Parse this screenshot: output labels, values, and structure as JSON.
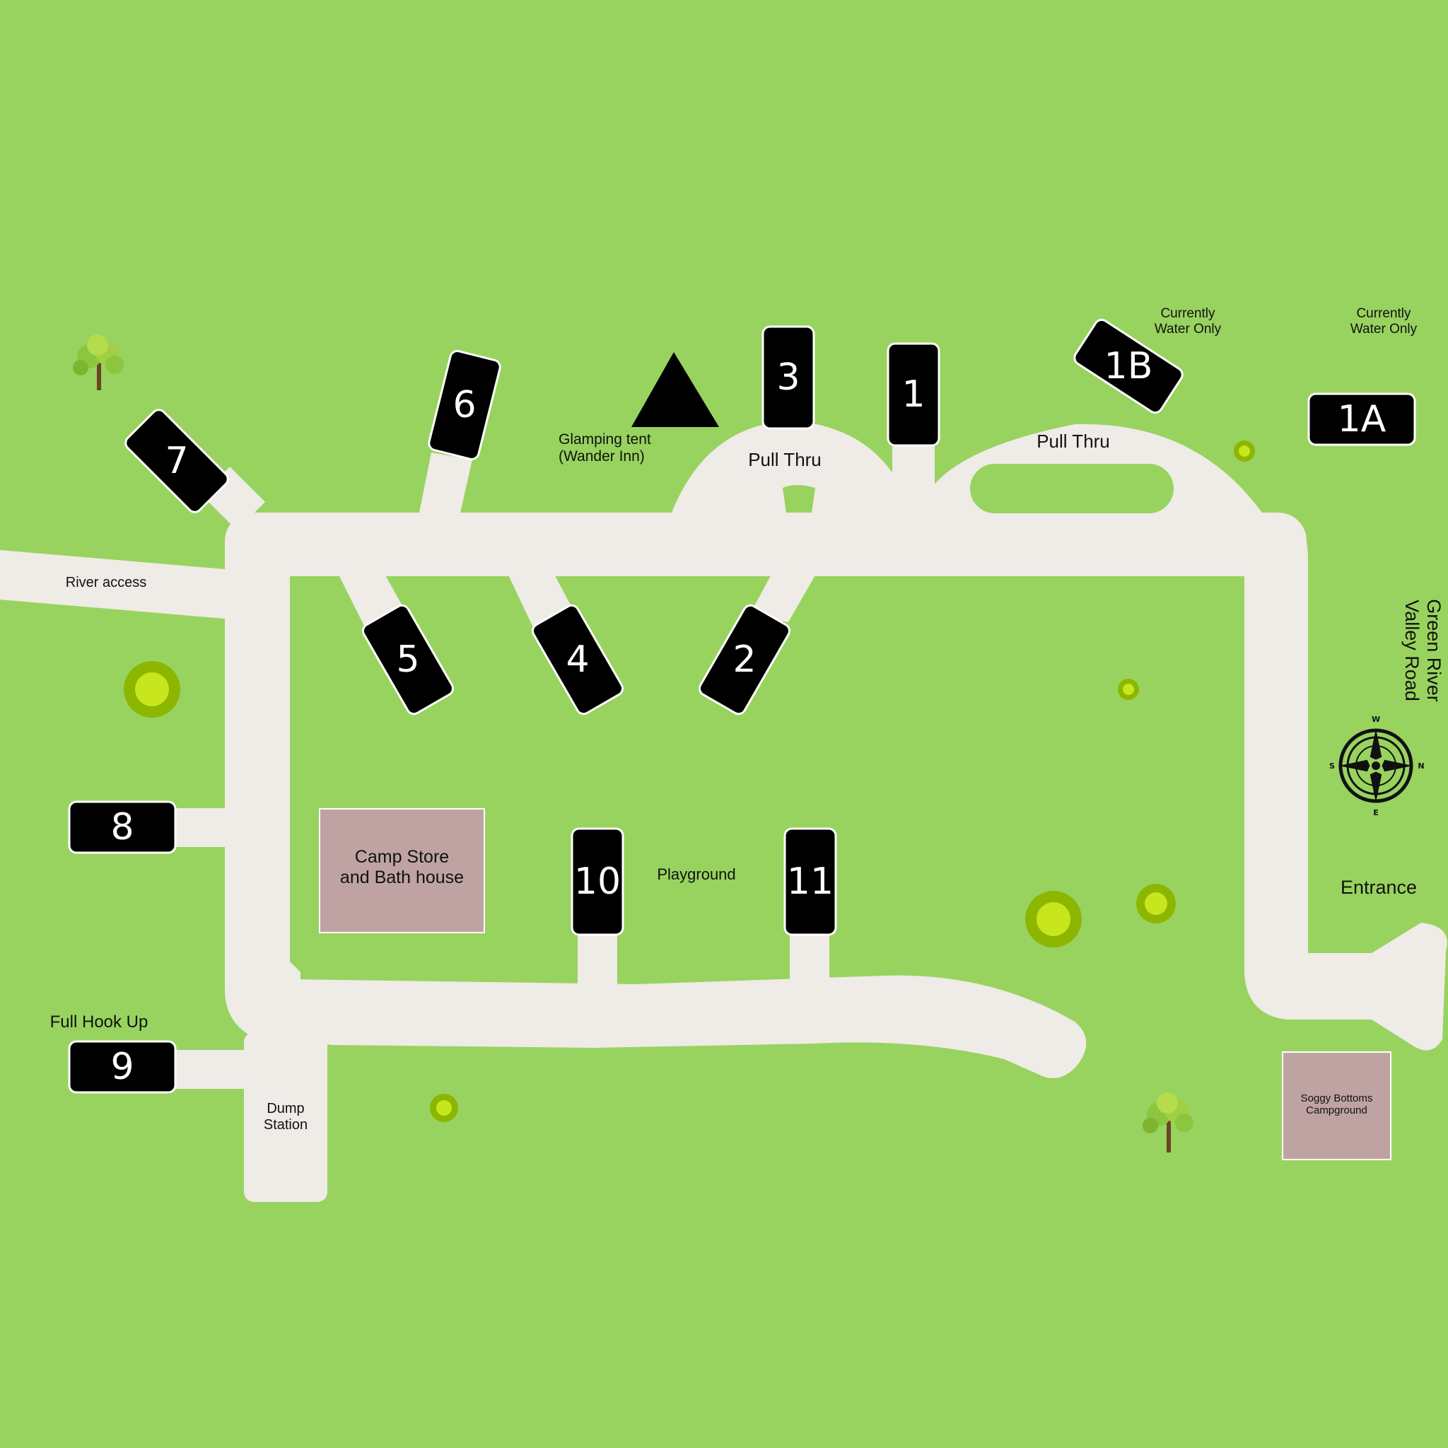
{
  "map": {
    "colors": {
      "grass": "#98d35f",
      "road": "#efebe7",
      "site": "#000000",
      "site_outline": "#ffffff",
      "building": "#bfa3a3",
      "tree_foliage": "#8cc63f",
      "tree_trunk": "#6b4423",
      "bush_outer": "#8db600",
      "bush_inner": "#c8e61e",
      "compass": "#111111"
    },
    "roads": {
      "river_access": "River access",
      "road_name": "Green River\nValley Road",
      "entrance": "Entrance",
      "dump_station": "Dump\nStation"
    },
    "pull_thru_west": "Pull Thru",
    "pull_thru_east": "Pull Thru",
    "glamping_tent": "Glamping tent\n(Wander Inn)",
    "playground": "Playground",
    "full_hook_up": "Full Hook Up",
    "water_only_1b": "Currently\nWater Only",
    "water_only_1a": "Currently\nWater Only",
    "camp_store": "Camp Store\nand Bath house",
    "soggy_bottoms": "Soggy Bottoms\nCampground",
    "compass": {
      "n": "N",
      "s": "S",
      "e": "E",
      "w": "W"
    },
    "sites": {
      "s1": "1",
      "s1a": "1A",
      "s1b": "1B",
      "s2": "2",
      "s3": "3",
      "s4": "4",
      "s5": "5",
      "s6": "6",
      "s7": "7",
      "s8": "8",
      "s9": "9",
      "s10": "10",
      "s11": "11"
    }
  }
}
